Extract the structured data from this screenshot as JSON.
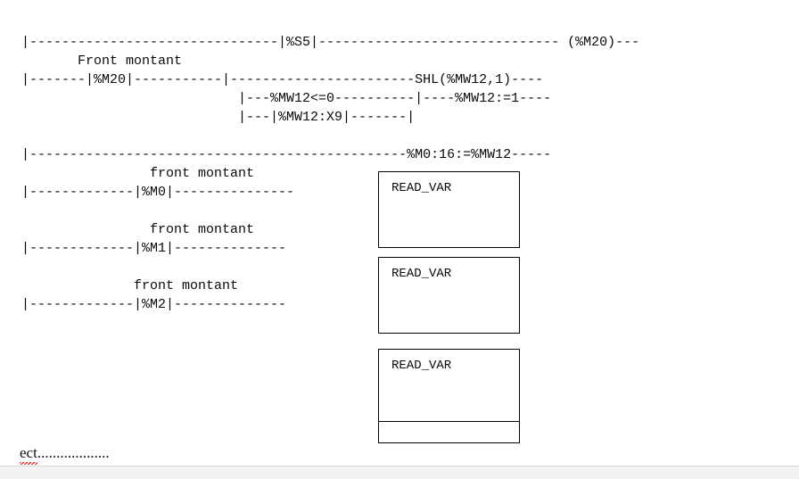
{
  "document": {
    "type": "ladder-logic-listing",
    "font_style": "monospace-ascii-art"
  },
  "ladder": {
    "lines": [
      "|-------------------------------|%S5|------------------------------ (%M20)---",
      "       Front montant",
      "|-------|%M20|-----------|-----------------------SHL(%MW12,1)----",
      "                           |---%MW12<=0----------|----%MW12:=1----",
      "                           |---|%MW12:X9|-------|",
      "",
      "|-----------------------------------------------%M0:16:=%MW12-----",
      "                front montant",
      "|-------------|%M0|---------------",
      "",
      "                front montant",
      "|-------------|%M1|--------------",
      "",
      "              front montant",
      "|-------------|%M2|--------------"
    ]
  },
  "function_blocks": [
    {
      "id": "fb1",
      "title": "READ_VAR",
      "contact": "%M0"
    },
    {
      "id": "fb2",
      "title": "READ_VAR",
      "contact": "%M1"
    },
    {
      "id": "fb3",
      "title": "READ_VAR",
      "contact": "%M2"
    }
  ],
  "note": {
    "misspelled_word": "ect",
    "trailing": "..................."
  },
  "colors": {
    "text": "#0a0a0a",
    "background": "#ffffff",
    "block_border": "#000000",
    "spellcheck_underline": "#dd1111",
    "page_edge": "#f3f3f3"
  }
}
